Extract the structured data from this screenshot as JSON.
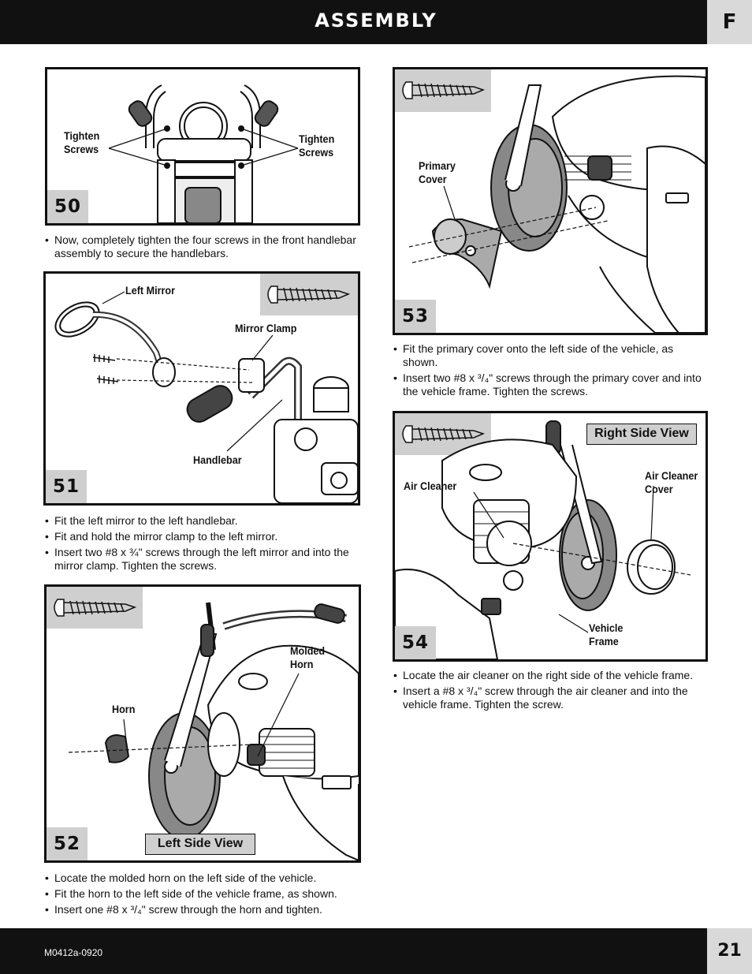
{
  "header": {
    "title": "ASSEMBLY",
    "section_tab": "F"
  },
  "footer": {
    "code": "M0412a-0920",
    "page_number": "21"
  },
  "steps": {
    "s50": {
      "number": "50",
      "labels": {
        "left": "Tighten\nScrews",
        "right": "Tighten\nScrews"
      },
      "bullets": [
        "Now, completely tighten the four screws in the front handlebar assembly to secure the handlebars."
      ]
    },
    "s51": {
      "number": "51",
      "labels": {
        "left_mirror": "Left Mirror",
        "mirror_clamp": "Mirror Clamp",
        "handlebar": "Handlebar"
      },
      "bullets": [
        "Fit the left mirror to the left handlebar.",
        "Fit and hold the mirror clamp to the left mirror.",
        "Insert two #8 x ¾\" screws through the left mirror and into the mirror clamp. Tighten the screws."
      ]
    },
    "s52": {
      "number": "52",
      "view": "Left Side View",
      "labels": {
        "molded_horn": "Molded\nHorn",
        "horn": "Horn"
      },
      "bullets": [
        "Locate the molded horn on the left side of the vehicle.",
        "Fit the horn to the left side of the vehicle frame, as shown.",
        "Insert one #8 x ³/₄\" screw through the horn and tighten."
      ]
    },
    "s53": {
      "number": "53",
      "labels": {
        "primary_cover": "Primary\nCover"
      },
      "bullets": [
        "Fit the primary cover onto the left side of the vehicle, as shown.",
        "Insert two #8 x ³/₄\" screws through the primary cover and into the vehicle frame. Tighten the screws."
      ]
    },
    "s54": {
      "number": "54",
      "view": "Right Side View",
      "labels": {
        "air_cleaner": "Air Cleaner",
        "air_cleaner_cover": "Air Cleaner\nCover",
        "vehicle_frame": "Vehicle\nFrame"
      },
      "bullets": [
        "Locate the air cleaner on the right side of the vehicle frame.",
        "Insert a #8 x ³/₄\" screw through the air cleaner and into the vehicle frame. Tighten the screw."
      ]
    }
  }
}
